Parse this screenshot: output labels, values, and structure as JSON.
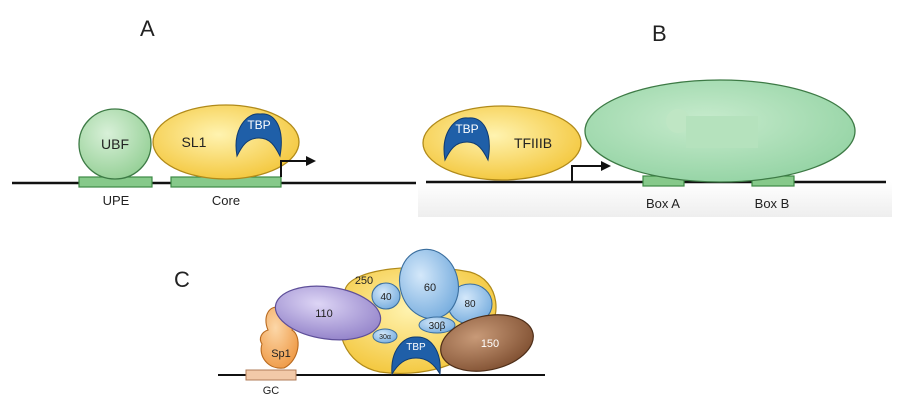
{
  "panels": {
    "a": {
      "label": "A",
      "factors": {
        "ubf": "UBF",
        "sl1": "SL1",
        "tbp": "TBP"
      },
      "elements": {
        "upe": "UPE",
        "core": "Core"
      }
    },
    "b": {
      "label": "B",
      "factors": {
        "tbp": "TBP",
        "tfiiib": "TFIIIB"
      },
      "elements": {
        "box_a": "Box A",
        "box_b": "Box B"
      }
    },
    "c": {
      "label": "C",
      "subunits": {
        "s250": "250",
        "s40": "40",
        "s60": "60",
        "s80": "80",
        "s110": "110",
        "s30a": "30α",
        "s30b": "30β",
        "tbp": "TBP",
        "s150": "150",
        "sp1": "Sp1"
      },
      "elements": {
        "gc": "GC"
      }
    }
  },
  "colors": {
    "yellow": "#f5c842",
    "green": "#a8d8a8",
    "tbp_blue": "#1f5fa8",
    "light_blue": "#8fbde8",
    "purple": "#9b8ccf",
    "brown": "#8b5a3c",
    "orange": "#f0a050",
    "element_green": "#7cc47c",
    "gc_box": "#f2c9a8"
  },
  "icons": {
    "arrow": "transcription-start-arrow-icon"
  }
}
